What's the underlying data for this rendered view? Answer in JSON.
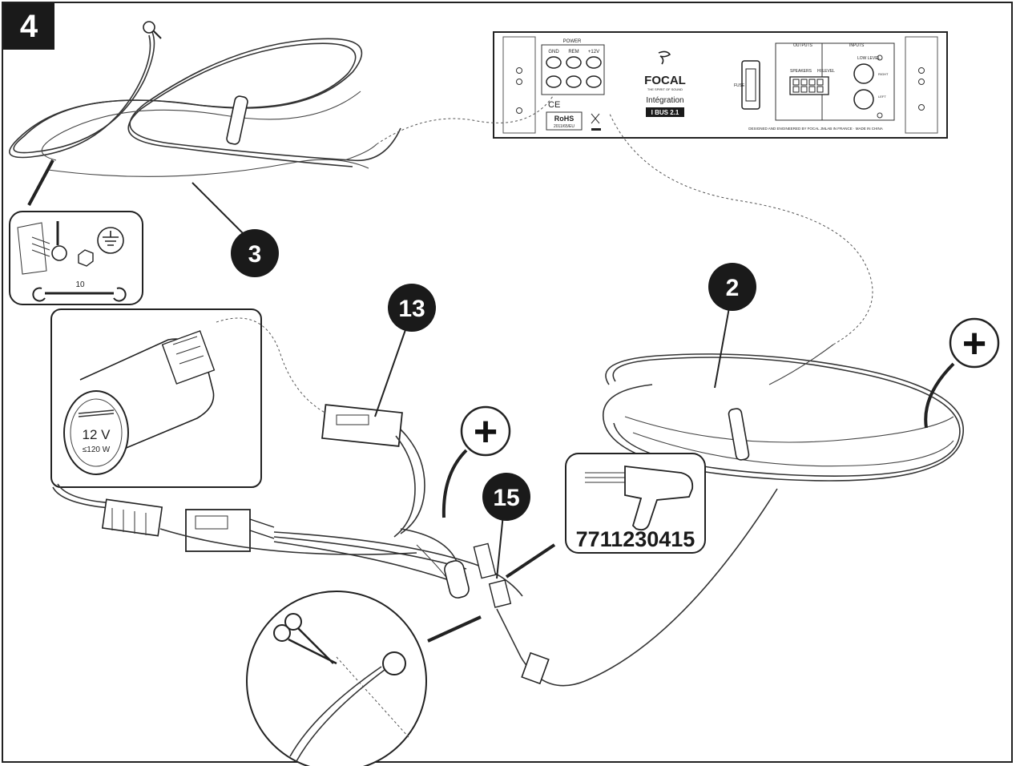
{
  "step_number": "4",
  "callouts": {
    "ground_cable": "3",
    "connector": "13",
    "power_cable": "2",
    "tap": "15"
  },
  "symbols": {
    "plus_right": "+",
    "plus_center": "+"
  },
  "tool_part_number": "7711230415",
  "wrench_size": "10",
  "socket": {
    "voltage": "12 V",
    "power": "≤120 W"
  },
  "amplifier": {
    "brand": "FOCAL",
    "brand_tagline": "THE SPIRIT OF SOUND",
    "product_line": "Intégration",
    "model": "I BUS 2.1",
    "power_label": "POWER",
    "terminal_labels": [
      "GND",
      "REM",
      "+12V"
    ],
    "fuse_label": "FUSE",
    "outputs_label": "OUTPUTS",
    "inputs_label": "INPUTS",
    "speakers_label": "SPEAKERS",
    "hi_level_label": "HI LEVEL",
    "low_level_label": "LOW LEVEL",
    "right_label": "RIGHT",
    "left_label": "LEFT",
    "rohs_label": "RoHS",
    "rohs_code": "2011/65/EU",
    "ce_mark": "CE",
    "footer": "DESIGNED AND ENGINEERED BY FOCAL JMLAB IN FRANCE · MADE IN CHINA"
  }
}
